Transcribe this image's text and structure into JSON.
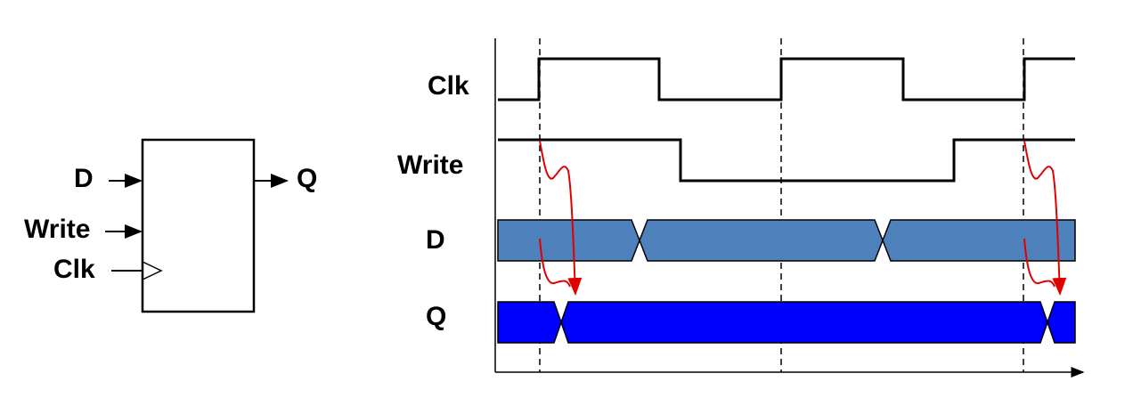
{
  "block": {
    "inputs": [
      "D",
      "Write",
      "Clk"
    ],
    "output": "Q"
  },
  "timing": {
    "signals": [
      "Clk",
      "Write",
      "D",
      "Q"
    ],
    "colors": {
      "d_bus": "#4f81bd",
      "q_bus": "#0000ff",
      "arrow": "#e00000"
    }
  }
}
